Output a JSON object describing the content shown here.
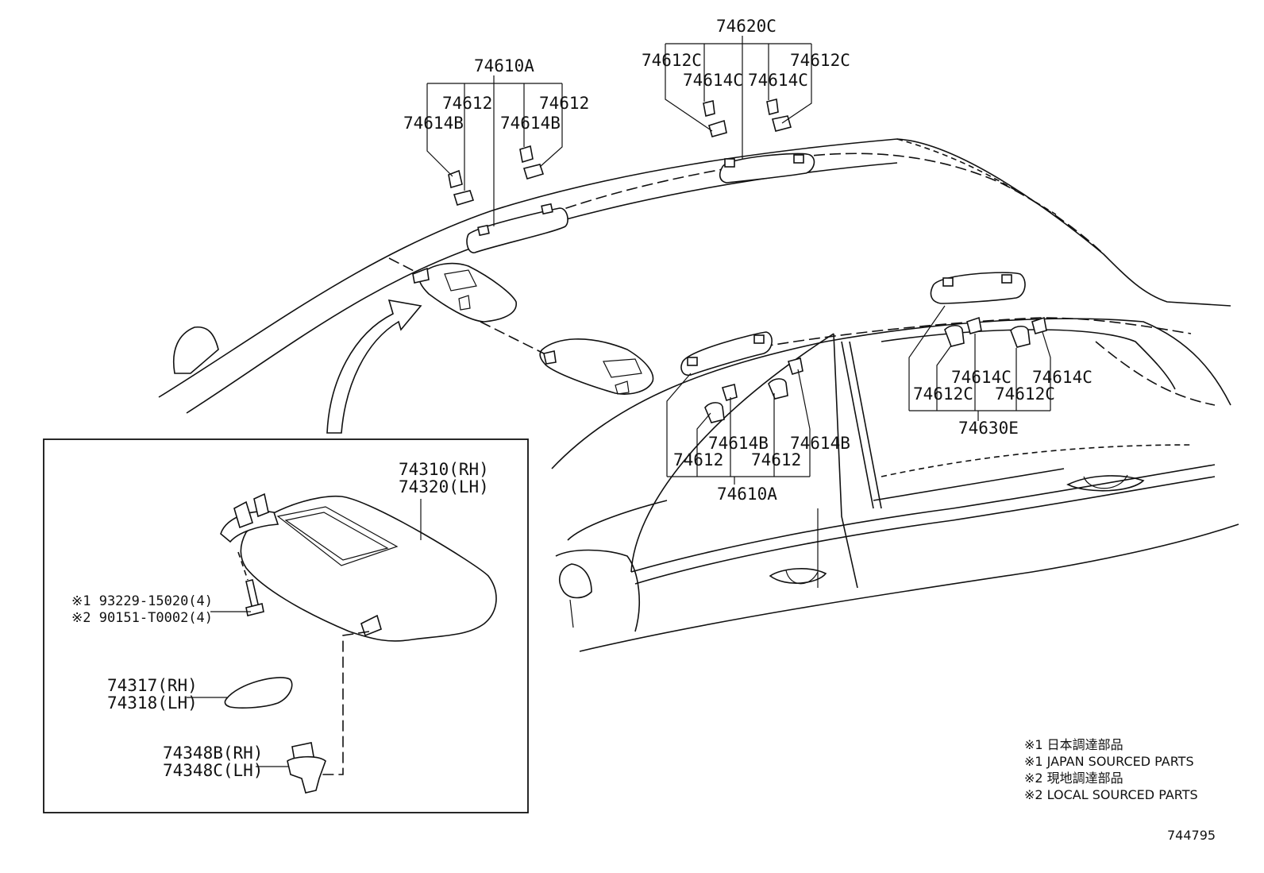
{
  "labels": {
    "grip_center_top": "74620C",
    "clip_tc_left_c": "74612C",
    "clip_tc_left_b": "74614C",
    "clip_tc_right_b": "74614C",
    "clip_tc_right_c": "74612C",
    "grip_left_top": "74610A",
    "clip_tl_12a": "74612",
    "clip_tl_14a": "74614B",
    "clip_tl_14b": "74614B",
    "clip_tl_12b": "74612",
    "grip_mid_bottom": "74610A",
    "clip_mid_14a": "74614B",
    "clip_mid_14b": "74614B",
    "clip_mid_12a": "74612",
    "clip_mid_12b": "74612",
    "grip_right_bottom": "74630E",
    "clip_r_14a": "74614C",
    "clip_r_14b": "74614C",
    "clip_r_12a": "74612C",
    "clip_r_12b": "74612C",
    "visor_rh": "74310(RH)",
    "visor_lh": "74320(LH)",
    "screw_1": "※1 93229-15020(4)",
    "screw_2": "※2 90151-T0002(4)",
    "cover_rh": "74317(RH)",
    "cover_lh": "74318(LH)",
    "holder_rh": "74348B(RH)",
    "holder_lh": "74348C(LH)"
  },
  "notes": [
    "※1 日本調達部品",
    "※1 JAPAN SOURCED PARTS",
    "※2 現地調達部品",
    "※2 LOCAL SOURCED PARTS"
  ],
  "diagram_id": "744795"
}
